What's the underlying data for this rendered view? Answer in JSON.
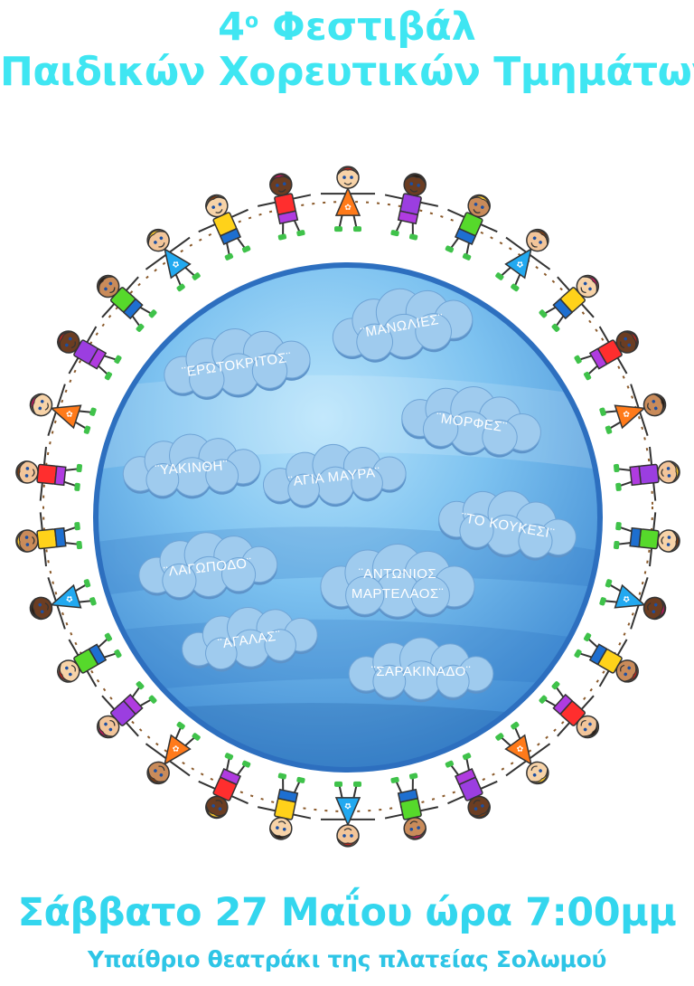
{
  "title": {
    "number": "4",
    "ordinal": "ο",
    "line1": "Φεστιβάλ",
    "line2": "Παιδικών Χορευτικών Τμημάτων"
  },
  "groups": [
    {
      "id": "manolies",
      "lines": [
        "¨ΜΑΝΩΛΙΕΣ¨"
      ]
    },
    {
      "id": "erotokritos",
      "lines": [
        "¨ΕΡΩΤΟΚΡΙΤΟΣ¨"
      ]
    },
    {
      "id": "morfes",
      "lines": [
        "¨ΜΟΡΦΕΣ¨"
      ]
    },
    {
      "id": "yakinthi",
      "lines": [
        "¨ΥΑΚΙΝΘΗ¨"
      ]
    },
    {
      "id": "agia-mavra",
      "lines": [
        "¨ΑΓΙΑ ΜΑΥΡΑ¨"
      ]
    },
    {
      "id": "to-koukesi",
      "lines": [
        "¨ΤΟ ΚΟΥΚΕΣΙ¨"
      ]
    },
    {
      "id": "lagopodo",
      "lines": [
        "¨ΛΑΓΩΠΟΔΟ¨"
      ]
    },
    {
      "id": "antonios-martelaos",
      "lines": [
        "¨ΑΝΤΩΝΙΟΣ",
        "ΜΑΡΤΕΛΑΟΣ¨"
      ]
    },
    {
      "id": "agalas",
      "lines": [
        "¨ΑΓΑΛΑΣ¨"
      ]
    },
    {
      "id": "sarakinado",
      "lines": [
        "¨ΣΑΡΑΚΙΝΑΔΟ¨"
      ]
    }
  ],
  "event": {
    "datetime": "Σάββατο 27 Μαΐου ώρα 7:00μμ",
    "venue": "Υπαίθριο θεατράκι της  πλατείας Σολωμού"
  },
  "colors": {
    "title": "#3fe6f2",
    "globe_light": "#a9dcfa",
    "globe_mid": "#6cb8ee",
    "globe_dark": "#2f7bc9",
    "cloud": "#9cc8ec"
  }
}
